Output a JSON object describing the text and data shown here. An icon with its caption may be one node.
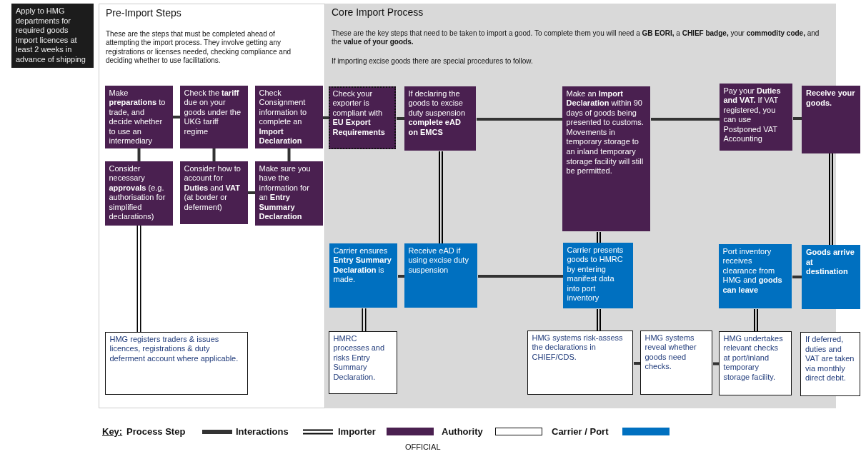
{
  "diagram": {
    "nodes": [
      {
        "text": [
          "Apply to HMG departments for required goods import licences at least 2 weeks in advance of shipping"
        ]
      },
      {
        "text": [
          "Pre-Import Steps",
          "These are the steps that must be completed ahead of attempting the import process. They involve getting any registrations or licenses needed, checking compliance and deciding whether to use facilitations."
        ]
      },
      {
        "text": [
          "Core Import Process",
          "These are the key steps that need to be taken to import a good. To complete them you will need a **GB EORI,** a **CHIEF badge,** your **commodity code,** and the **value of your goods.**",
          "If importing excise goods there are special procedures to follow."
        ]
      },
      {
        "text": [
          "Make **preparations** to trade, and decide whether to use an intermediary"
        ],
        "in": 1
      },
      {
        "text": [
          "Check the **tariff** due on your goods under the UKG tariff regime"
        ],
        "in": 1
      },
      {
        "text": [
          "Check Consignment information to complete an **Import Declaration**"
        ],
        "in": 1
      },
      {
        "text": [
          "Consider necessary **approvals** (e.g. authorisation for simplified declarations)"
        ],
        "in": 1
      },
      {
        "text": [
          "Consider how to account for **Duties** and **VAT** (at border or deferment)"
        ],
        "in": 1
      },
      {
        "text": [
          "Make sure you have the information for an **Entry Summary Declaration**"
        ],
        "in": 1
      },
      {
        "text": [
          "HMG registers traders & issues licences, registrations & duty deferment account where applicable."
        ],
        "in": 1
      },
      {
        "text": [
          "Check your exporter is compliant with **EU Export Requirements**"
        ],
        "in": 2
      },
      {
        "text": [
          "If declaring the goods to excise duty suspension **complete eAD on EMCS**"
        ],
        "in": 2
      },
      {
        "text": [
          "Make an **Import Declaration** within 90 days of goods being presented to customs. Movements in temporary storage to an inland temporary storage facility will still be permitted."
        ],
        "in": 2
      },
      {
        "text": [
          "Pay your **Duties and VAT.** If VAT registered, you can use Postponed VAT Accounting"
        ],
        "in": 2
      },
      {
        "text": [
          "Receive your goods."
        ]
      },
      {
        "text": [
          "Carrier ensures **Entry Summary Declaration** is made."
        ],
        "in": 2
      },
      {
        "text": [
          "Receive eAD if using excise duty suspension"
        ],
        "in": 2
      },
      {
        "text": [
          "Carrier presents goods to HMRC by entering manifest data into port inventory"
        ],
        "in": 2
      },
      {
        "text": [
          "Port inventory receives clearance from HMG and **goods can leave**"
        ],
        "in": 2
      },
      {
        "text": [
          "Goods arrive at destination"
        ]
      },
      {
        "text": [
          "HMRC processes and risks Entry Summary Declaration."
        ],
        "in": 2
      },
      {
        "text": [
          "HMG systems risk-assess the declarations in CHIEF/CDS."
        ],
        "in": 2
      },
      {
        "text": [
          "HMG systems reveal whether goods need checks."
        ],
        "in": 2
      },
      {
        "text": [
          "HMG undertakes relevant checks at port/inland temporary storage facility."
        ],
        "in": 2
      },
      {
        "text": [
          "If deferred, duties and VAT are taken via monthly direct debit."
        ]
      }
    ],
    "edges": [
      {
        "from": 3,
        "to": 4,
        "arrow": "none"
      },
      {
        "from": 3,
        "to": 6,
        "arrow": "none"
      },
      {
        "from": 4,
        "to": 7,
        "arrow": "none"
      },
      {
        "from": 5,
        "to": 8,
        "arrow": "none"
      },
      {
        "from": 7,
        "to": 8,
        "arrow": "none"
      },
      {
        "from": 6,
        "to": 9,
        "arrow": "none",
        "style": "thick"
      },
      {
        "from": 5,
        "to": 10,
        "arrow": "none"
      },
      {
        "from": 10,
        "to": 11,
        "arrow": "none"
      },
      {
        "from": 11,
        "to": 12,
        "arrow": "none"
      },
      {
        "from": 12,
        "to": 13,
        "arrow": "none"
      },
      {
        "from": 13,
        "to": 14,
        "arrow": "none"
      },
      {
        "from": 11,
        "to": 16,
        "arrow": "none",
        "style": "thick"
      },
      {
        "from": 12,
        "to": 17,
        "arrow": "none",
        "style": "thick"
      },
      {
        "from": 14,
        "to": 19,
        "arrow": "none",
        "style": "thick"
      },
      {
        "from": 15,
        "to": 16,
        "arrow": "none"
      },
      {
        "from": 16,
        "to": 17,
        "arrow": "none"
      },
      {
        "from": 18,
        "to": 19,
        "arrow": "none"
      },
      {
        "from": 15,
        "to": 20,
        "arrow": "none",
        "style": "thick"
      },
      {
        "from": 17,
        "to": 21,
        "arrow": "none",
        "style": "thick"
      },
      {
        "from": 18,
        "to": 23,
        "arrow": "none",
        "style": "thick"
      },
      {
        "from": 21,
        "to": 22,
        "arrow": "none"
      },
      {
        "from": 22,
        "to": 23,
        "arrow": "none"
      }
    ],
    "labels": [
      "Key:",
      "OFFICIAL"
    ],
    "legend": [
      {
        "text": "Process Step"
      },
      {
        "text": "Interactions"
      },
      {
        "text": "Importer",
        "color": "#4a2050"
      },
      {
        "text": "Authority",
        "color": "#ffffff"
      },
      {
        "text": "Carrier / Port",
        "color": "#0070c0"
      }
    ]
  }
}
